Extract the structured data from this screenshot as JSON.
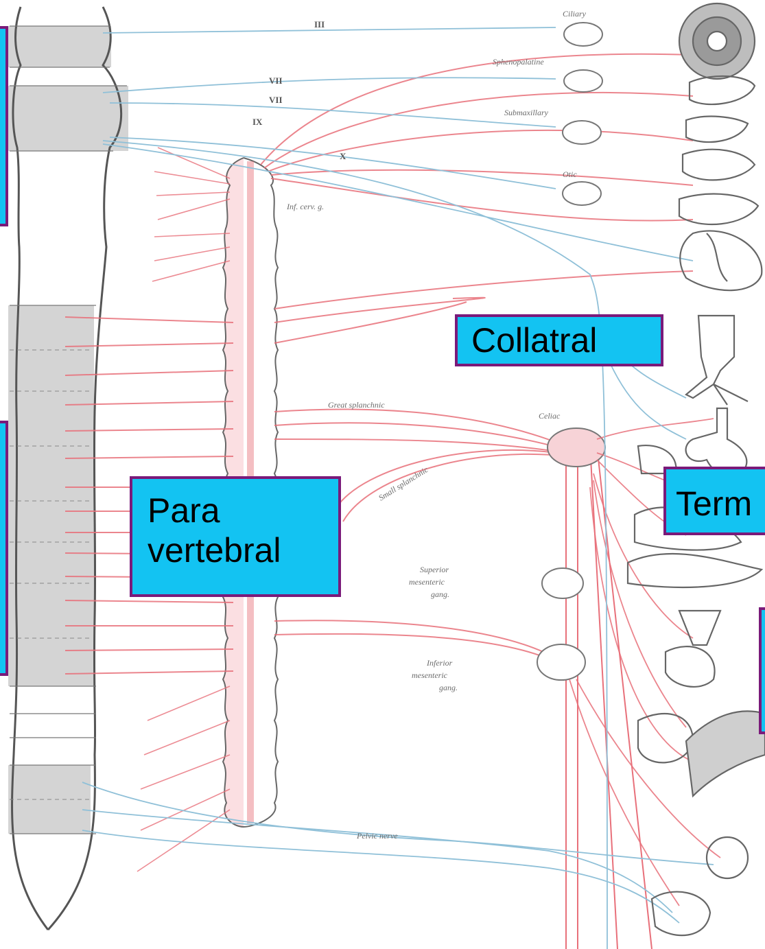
{
  "nerve_labels": {
    "oculomotor": "III",
    "facial_1": "VII",
    "facial_2": "VII",
    "glossopharyngeal": "IX",
    "vagus": "X",
    "inferior_cervical": "Inf. cerv. g.",
    "great_splanchnic": "Great splanchnic",
    "small_splanchnic": "Small splanchnic",
    "pelvic_nerve": "Pelvic nerve"
  },
  "ganglion_labels": {
    "ciliary": "Ciliary",
    "sphenopalatine": "Sphenopalatine",
    "submaxillary": "Submaxillary",
    "otic": "Otic",
    "celiac": "Celiac",
    "superior_mesenteric": [
      "Superior",
      "mesenteric",
      "gang."
    ],
    "inferior_mesenteric": [
      "Inferior",
      "mesenteric",
      "gang."
    ]
  },
  "callouts": {
    "collateral": "Collatral",
    "paravertebral": [
      "Para",
      "vertebral"
    ],
    "terminal": "Term"
  },
  "colors": {
    "sympathetic": "#e8707a",
    "parasympathetic": "#8fc0d8",
    "callout_fill": "#13c3f2",
    "callout_border": "#7a1a7a",
    "spinal_shading": "#d4d4d4"
  }
}
